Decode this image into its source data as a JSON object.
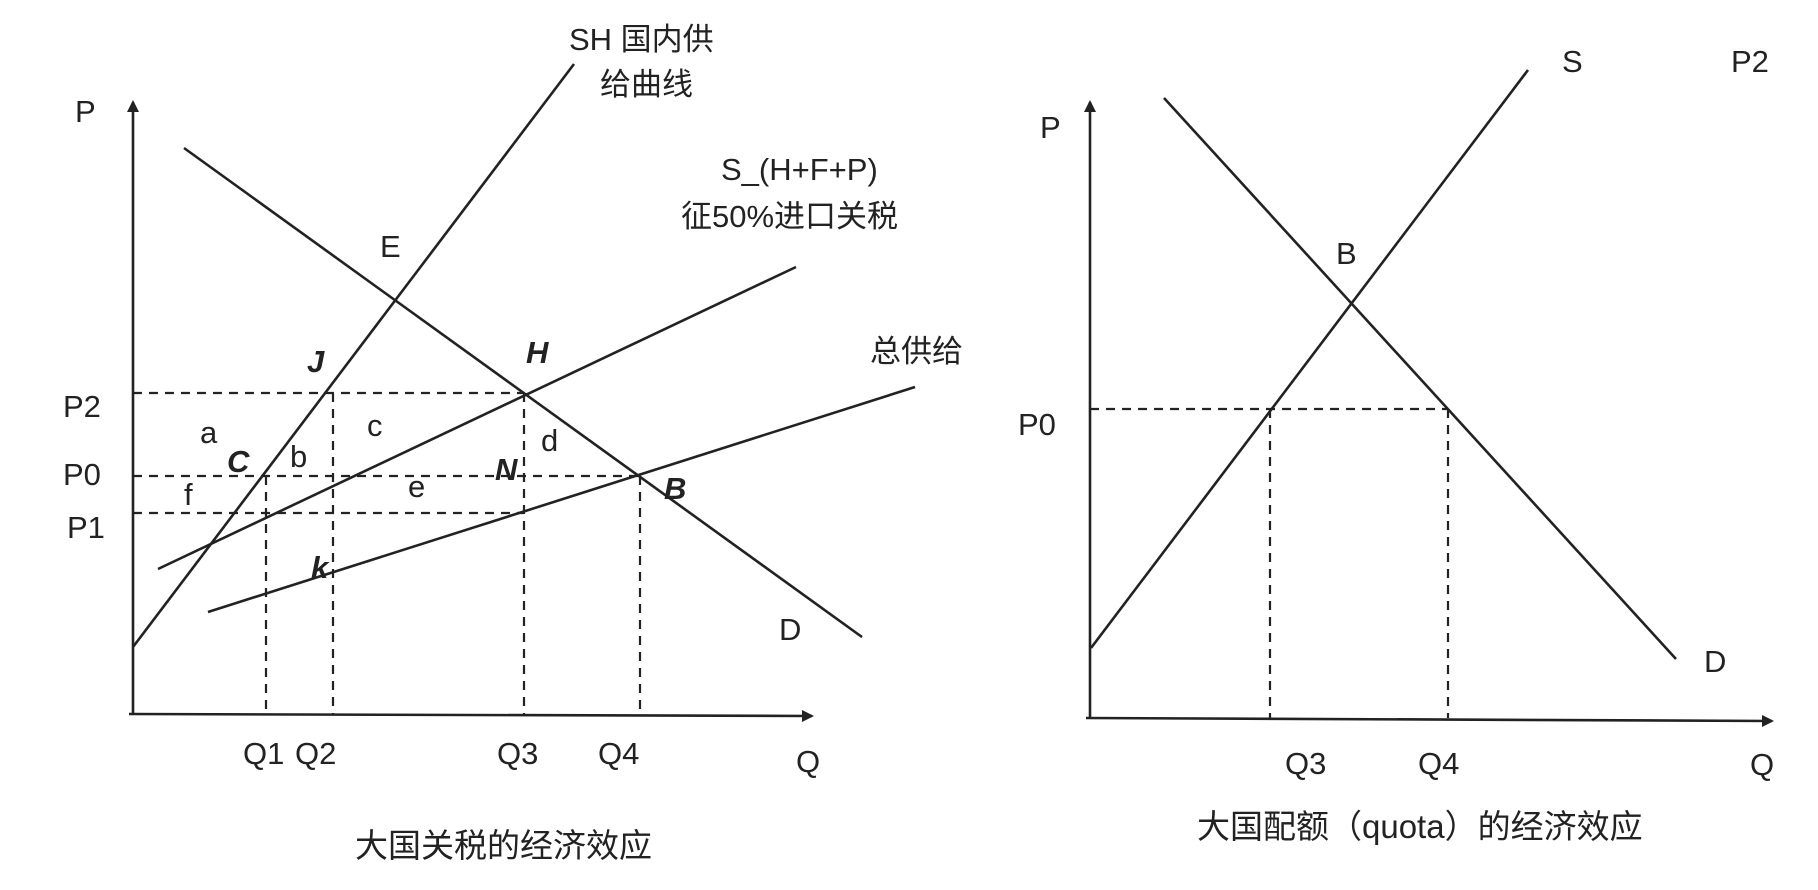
{
  "left_diagram": {
    "caption": "大国关税的经济效应",
    "axis_p": "P",
    "axis_q": "Q",
    "supply_home_line1": "SH 国内供",
    "supply_home_line2": "给曲线",
    "supply_tariff_line1": "S_(H+F+P)",
    "supply_tariff_line2": "征50%进口关税",
    "total_supply": "总供给",
    "demand": "D",
    "point_e": "E",
    "point_j": "J",
    "point_h": "H",
    "point_c": "C",
    "point_n": "N",
    "point_b": "B",
    "point_k": "k",
    "area_a": "a",
    "area_b": "b",
    "area_c": "c",
    "area_d": "d",
    "area_e": "e",
    "area_f": "f",
    "p2": "P2",
    "p0": "P0",
    "p1": "P1",
    "q1": "Q1",
    "q2": "Q2",
    "q3": "Q3",
    "q4": "Q4"
  },
  "right_diagram": {
    "caption": "大国配额（quota）的经济效应",
    "axis_p": "P",
    "axis_q": "Q",
    "supply": "S",
    "p2_corner": "P2",
    "demand": "D",
    "point_b": "B",
    "p0": "P0",
    "q3": "Q3",
    "q4": "Q4"
  },
  "colors": {
    "ink": "#222222",
    "background": "#ffffff"
  }
}
